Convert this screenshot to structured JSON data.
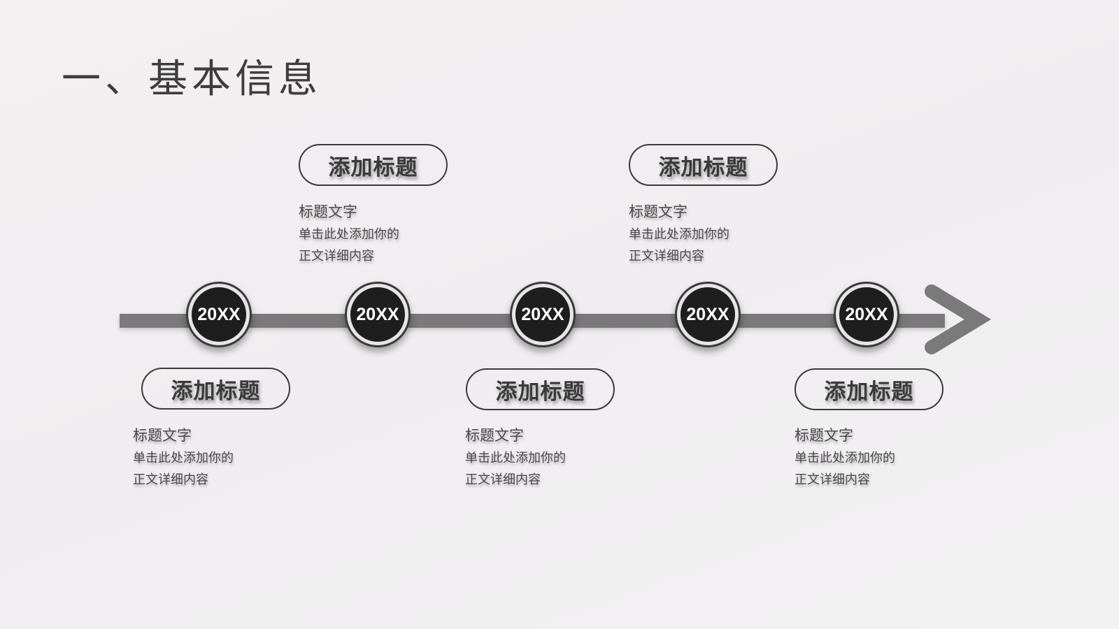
{
  "slide": {
    "title": "一、基本信息",
    "colors": {
      "background": "#f0eef0",
      "track": "#7a7a7a",
      "node_fill": "#1e1e1e",
      "node_ring": "#e6e6e6",
      "text": "#3a3a3a"
    }
  },
  "timeline": {
    "arrow_icon": "arrow-right-icon",
    "nodes": [
      {
        "label": "20XX",
        "position": "below",
        "card": {
          "title": "添加标题",
          "subtitle": "标题文字",
          "line1": "单击此处添加你的",
          "line2": "正文详细内容"
        }
      },
      {
        "label": "20XX",
        "position": "above",
        "card": {
          "title": "添加标题",
          "subtitle": "标题文字",
          "line1": "单击此处添加你的",
          "line2": "正文详细内容"
        }
      },
      {
        "label": "20XX",
        "position": "below",
        "card": {
          "title": "添加标题",
          "subtitle": "标题文字",
          "line1": "单击此处添加你的",
          "line2": "正文详细内容"
        }
      },
      {
        "label": "20XX",
        "position": "above",
        "card": {
          "title": "添加标题",
          "subtitle": "标题文字",
          "line1": "单击此处添加你的",
          "line2": "正文详细内容"
        }
      },
      {
        "label": "20XX",
        "position": "below",
        "card": {
          "title": "添加标题",
          "subtitle": "标题文字",
          "line1": "单击此处添加你的",
          "line2": "正文详细内容"
        }
      }
    ]
  }
}
